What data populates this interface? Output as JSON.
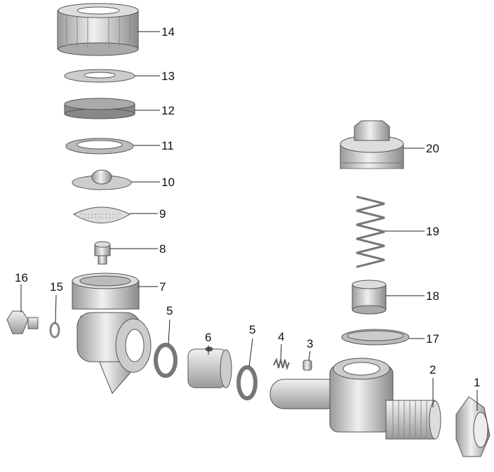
{
  "title": "Exploded parts diagram",
  "parts": [
    {
      "id": "14",
      "label": "14"
    },
    {
      "id": "13",
      "label": "13"
    },
    {
      "id": "12",
      "label": "12"
    },
    {
      "id": "11",
      "label": "11"
    },
    {
      "id": "10",
      "label": "10"
    },
    {
      "id": "9",
      "label": "9"
    },
    {
      "id": "8",
      "label": "8"
    },
    {
      "id": "7",
      "label": "7"
    },
    {
      "id": "16",
      "label": "16"
    },
    {
      "id": "15",
      "label": "15"
    },
    {
      "id": "5a",
      "label": "5"
    },
    {
      "id": "6",
      "label": "6"
    },
    {
      "id": "5b",
      "label": "5"
    },
    {
      "id": "4",
      "label": "4"
    },
    {
      "id": "3",
      "label": "3"
    },
    {
      "id": "2",
      "label": "2"
    },
    {
      "id": "1",
      "label": "1"
    },
    {
      "id": "17",
      "label": "17"
    },
    {
      "id": "18",
      "label": "18"
    },
    {
      "id": "19",
      "label": "19"
    },
    {
      "id": "20",
      "label": "20"
    }
  ]
}
